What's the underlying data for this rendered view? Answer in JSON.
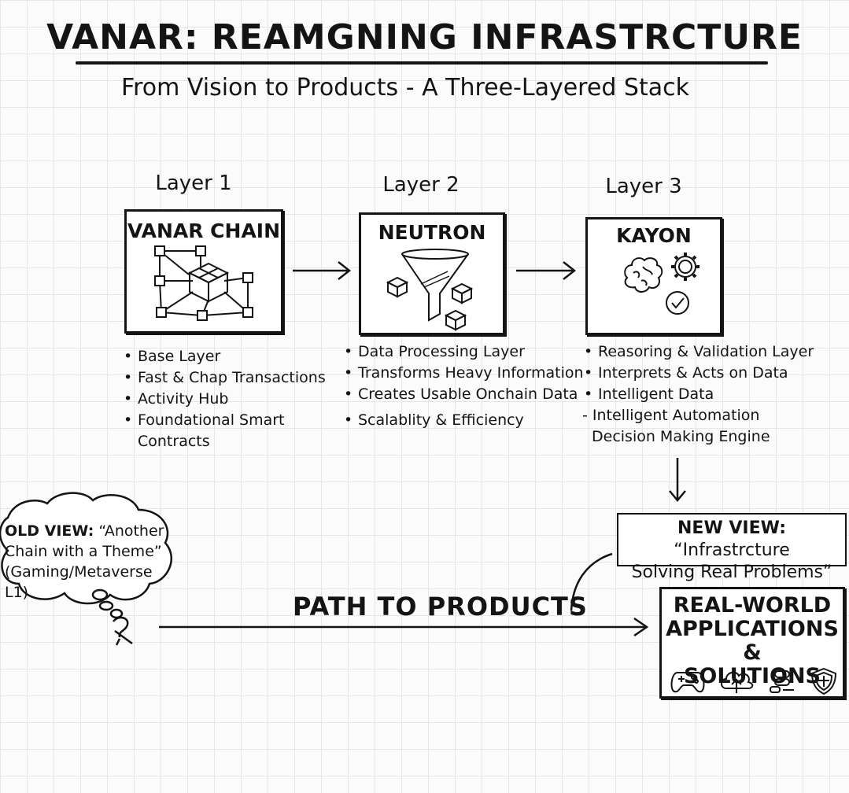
{
  "title": "VANAR: REAMGNING INFRASTRCTURE",
  "subtitle": "From Vision to Products - A Three-Layered Stack",
  "layers": [
    {
      "label": "Layer 1",
      "box_title": "VANAR CHAIN",
      "icon": "blockchain-network-icon",
      "bullets": [
        "Base Layer",
        "Fast & Chap Transactions",
        "Activity Hub",
        "Foundational Smart",
        "Contracts"
      ]
    },
    {
      "label": "Layer 2",
      "box_title": "NEUTRON",
      "icon": "data-funnel-icon",
      "bullets": [
        "Data Processing Layer",
        "Transforms Heavy Information",
        "Creates Usable Onchain Data",
        "Scalablity & Efficiency"
      ]
    },
    {
      "label": "Layer 3",
      "box_title": "KAYON",
      "icon": "brain-gear-check-icon",
      "bullets": [
        "Reasoring & Validation Layer",
        "Interprets & Acts on Data",
        "Intelligent Data",
        "- Intelligent Automation",
        "Decision Making Engine"
      ]
    }
  ],
  "old_view": {
    "label": "OLD VIEW:",
    "lines": [
      "“Another",
      "Chain with a Theme”",
      "(Gaming/Metaverse L1)"
    ]
  },
  "new_view": {
    "label": "NEW VIEW:",
    "lines": [
      "“Infrastrcture",
      "Solving Real Problems”"
    ]
  },
  "path_label": "PATH TO PRODUCTS",
  "real_world": {
    "title_lines": [
      "REAL-WORLD",
      "APPLICATIONS &",
      "SOLUTIONS"
    ],
    "icons": [
      "gamepad-icon",
      "cloud-upload-icon",
      "database-icon",
      "shield-icon"
    ]
  },
  "colors": {
    "ink": "#141414",
    "grid": "#e6e6e6",
    "background": "#fbfbfb"
  }
}
